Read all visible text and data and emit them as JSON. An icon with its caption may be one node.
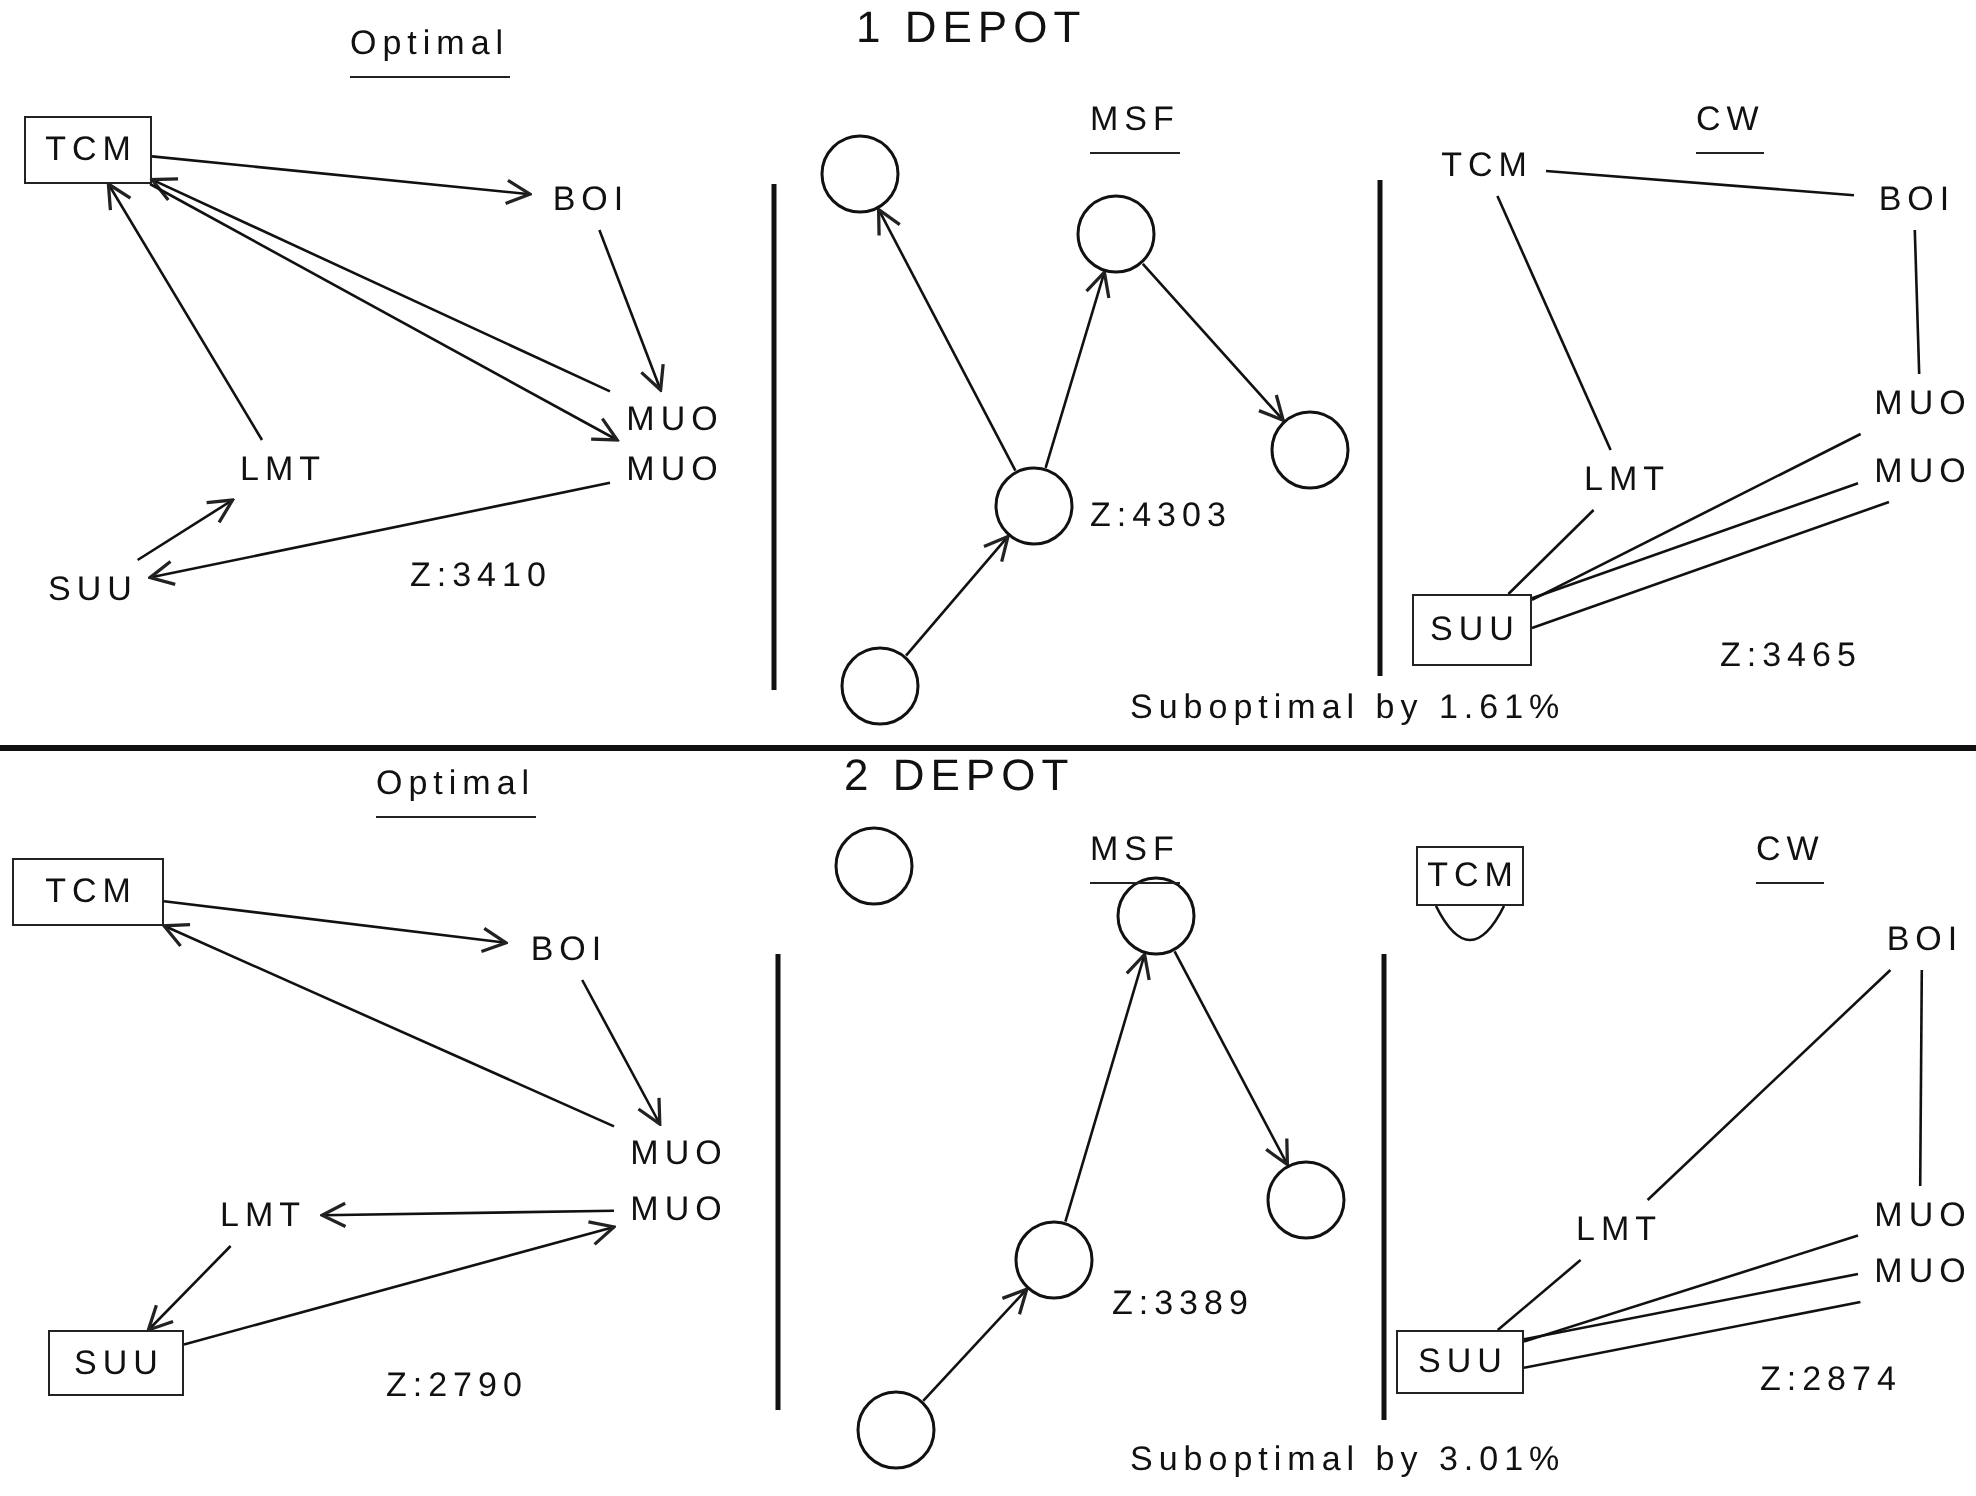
{
  "diagram": {
    "nodes": [
      {
        "text": [
          "TCM"
        ]
      },
      {
        "text": [
          "BOI"
        ]
      },
      {
        "text": [
          "MUO"
        ]
      },
      {
        "text": [
          "MUO"
        ]
      },
      {
        "text": [
          "LMT"
        ]
      },
      {
        "text": [
          "SUU"
        ]
      },
      {
        "text": [],
        "shape": "circle"
      },
      {
        "text": [],
        "shape": "circle"
      },
      {
        "text": [],
        "shape": "circle"
      },
      {
        "text": [],
        "shape": "circle"
      },
      {
        "text": [],
        "shape": "circle"
      },
      {
        "text": [
          "TCM"
        ]
      },
      {
        "text": [
          "BOI"
        ]
      },
      {
        "text": [
          "MUO"
        ]
      },
      {
        "text": [
          "LMT"
        ]
      },
      {
        "text": [
          "MUO"
        ]
      },
      {
        "text": [
          "SUU"
        ]
      },
      {
        "text": [
          "TCM"
        ]
      },
      {
        "text": [
          "BOI"
        ]
      },
      {
        "text": [
          "MUO"
        ]
      },
      {
        "text": [
          "MUO"
        ]
      },
      {
        "text": [
          "LMT"
        ]
      },
      {
        "text": [
          "SUU"
        ]
      },
      {
        "text": [],
        "shape": "circle"
      },
      {
        "text": [],
        "shape": "circle"
      },
      {
        "text": [],
        "shape": "circle"
      },
      {
        "text": [],
        "shape": "circle"
      },
      {
        "text": [],
        "shape": "circle"
      },
      {
        "text": [
          "TCM"
        ]
      },
      {
        "text": [
          "BOI"
        ]
      },
      {
        "text": [
          "MUO"
        ]
      },
      {
        "text": [
          "LMT"
        ]
      },
      {
        "text": [
          "MUO"
        ]
      },
      {
        "text": [
          "SUU"
        ]
      }
    ],
    "edges": [
      {
        "from": 0,
        "to": 1,
        "arrow": "to"
      },
      {
        "from": 1,
        "to": 2,
        "arrow": "to"
      },
      {
        "from": 2,
        "to": 0,
        "arrow": "to"
      },
      {
        "from": 0,
        "to": 3,
        "arrow": "to"
      },
      {
        "from": 3,
        "to": 5,
        "arrow": "to"
      },
      {
        "from": 5,
        "to": 4,
        "arrow": "to"
      },
      {
        "from": 4,
        "to": 0,
        "arrow": "to"
      },
      {
        "from": 10,
        "to": 9,
        "arrow": "to"
      },
      {
        "from": 9,
        "to": 6,
        "arrow": "to"
      },
      {
        "from": 9,
        "to": 7,
        "arrow": "to"
      },
      {
        "from": 7,
        "to": 8,
        "arrow": "to"
      },
      {
        "from": 11,
        "to": 12,
        "arrow": "none"
      },
      {
        "from": 11,
        "to": 14,
        "arrow": "none"
      },
      {
        "from": 12,
        "to": 13,
        "arrow": "none"
      },
      {
        "from": 14,
        "to": 16,
        "arrow": "none"
      },
      {
        "from": 16,
        "to": 13,
        "arrow": "none"
      },
      {
        "from": 16,
        "to": 15,
        "arrow": "none"
      },
      {
        "from": 16,
        "to": 15,
        "arrow": "none"
      },
      {
        "from": 17,
        "to": 18,
        "arrow": "to"
      },
      {
        "from": 18,
        "to": 19,
        "arrow": "to"
      },
      {
        "from": 19,
        "to": 17,
        "arrow": "to"
      },
      {
        "from": 20,
        "to": 21,
        "arrow": "to"
      },
      {
        "from": 21,
        "to": 22,
        "arrow": "to"
      },
      {
        "from": 22,
        "to": 20,
        "arrow": "to"
      },
      {
        "from": 27,
        "to": 26,
        "arrow": "to"
      },
      {
        "from": 26,
        "to": 24,
        "arrow": "to"
      },
      {
        "from": 24,
        "to": 25,
        "arrow": "to"
      },
      {
        "from": 28,
        "to": 28,
        "arrow": "none"
      },
      {
        "from": 29,
        "to": 31,
        "arrow": "none"
      },
      {
        "from": 29,
        "to": 30,
        "arrow": "none"
      },
      {
        "from": 31,
        "to": 33,
        "arrow": "none"
      },
      {
        "from": 33,
        "to": 30,
        "arrow": "none"
      },
      {
        "from": 33,
        "to": 32,
        "arrow": "none"
      },
      {
        "from": 33,
        "to": 32,
        "arrow": "none"
      }
    ],
    "labels": [
      "Optimal",
      "1 DEPOT",
      "MSF",
      "CW",
      "Z:3410",
      "Z:4303",
      "Z:3465",
      "Suboptimal by 1.61%",
      "Optimal",
      "2 DEPOT",
      "MSF",
      "CW",
      "Z:2790",
      "Z:3389",
      "Z:2874",
      "Suboptimal by 3.01%"
    ]
  }
}
